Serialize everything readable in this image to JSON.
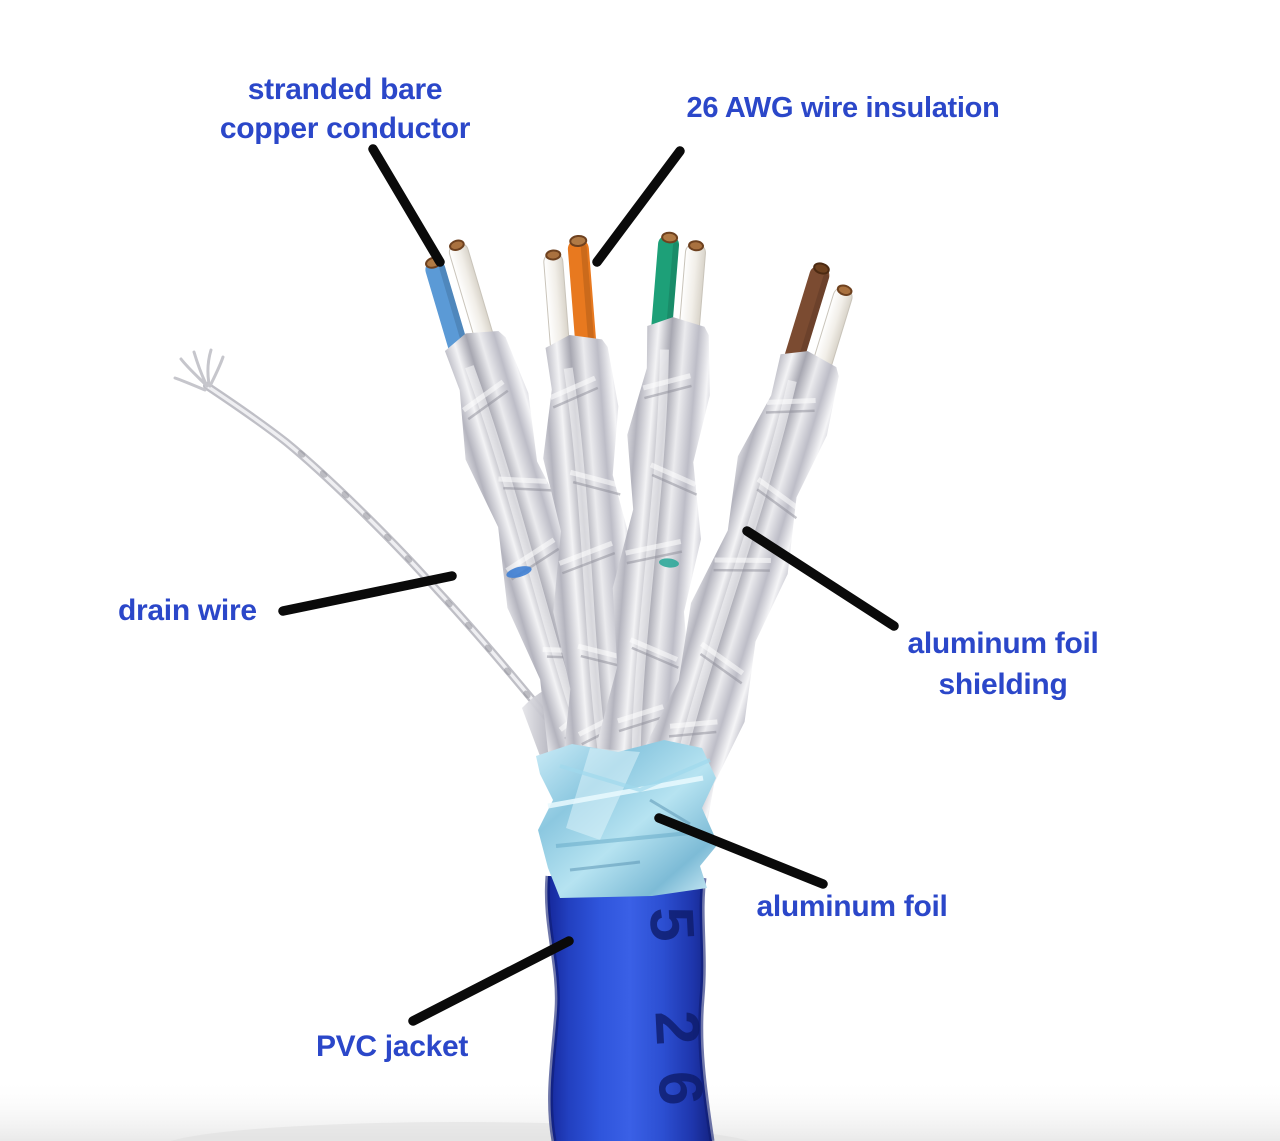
{
  "labels": {
    "stranded_bare_copper_conductor": "stranded bare\ncopper conductor",
    "awg_wire_insulation": "26 AWG wire insulation",
    "drain_wire": "drain wire",
    "aluminum_foil_shielding": "aluminum foil\nshielding",
    "aluminum_foil": "aluminum foil",
    "pvc_jacket": "PVC jacket"
  },
  "jacket": {
    "print": "5 26"
  },
  "colors": {
    "label_text": "#2b47c9",
    "leader_line": "#0a0a0a",
    "wire_white": "#f3f1ec",
    "copper": "#ab7342",
    "foil_silver": "#c9c9d1",
    "foil_lightblue": "#9ed3e8",
    "jacket_blue": "#2c4fc9"
  },
  "wire_pairs": [
    {
      "name": "blue-white pair",
      "color": "#5b9ad6"
    },
    {
      "name": "orange-white pair",
      "color": "#e8791f"
    },
    {
      "name": "green-white pair",
      "color": "#1da078"
    },
    {
      "name": "brown-white pair",
      "color": "#7b4b31"
    }
  ]
}
